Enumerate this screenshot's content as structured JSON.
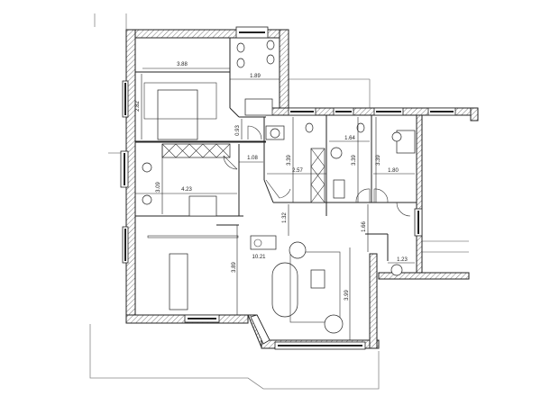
{
  "plan": {
    "dimensions": {
      "master_bedroom_closet_width": "3.88",
      "ensuite_bath_width": "1.89",
      "master_bedroom_depth": "2.82",
      "hall_door_width": "0.93",
      "corridor_width": "1.08",
      "second_bedroom_depth": "3.09",
      "second_bedroom_width": "4.23",
      "room_depth_a": "3.39",
      "room_width_a": "2.57",
      "bath_width": "1.64",
      "room_depth_b": "3.39",
      "room_depth_c": "3.39",
      "study_width": "1.80",
      "corridor_depth": "1.32",
      "entry_depth": "1.66",
      "living_area": "10.21",
      "entry_width": "1.23",
      "kitchen_depth": "3.89",
      "living_depth": "3.99"
    }
  }
}
